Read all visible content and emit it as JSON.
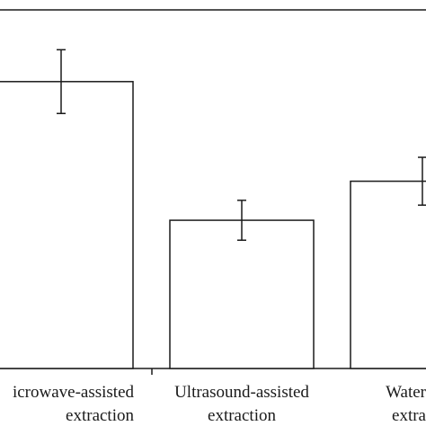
{
  "chart_data": {
    "type": "bar",
    "categories": [
      [
        "icrowave-assisted",
        "extraction"
      ],
      [
        "Ultrasound-assisted",
        "extraction"
      ],
      [
        "Water",
        "extra"
      ]
    ],
    "series": [
      {
        "values": [
          3.6,
          1.86,
          2.35
        ],
        "errors": [
          0.4,
          0.25,
          0.3
        ]
      }
    ],
    "ylim": [
      0,
      4.5
    ],
    "grid": false,
    "legend": "none",
    "colors": {
      "bar_fill": "#ffffff",
      "stroke": "#1a1a1a"
    }
  }
}
